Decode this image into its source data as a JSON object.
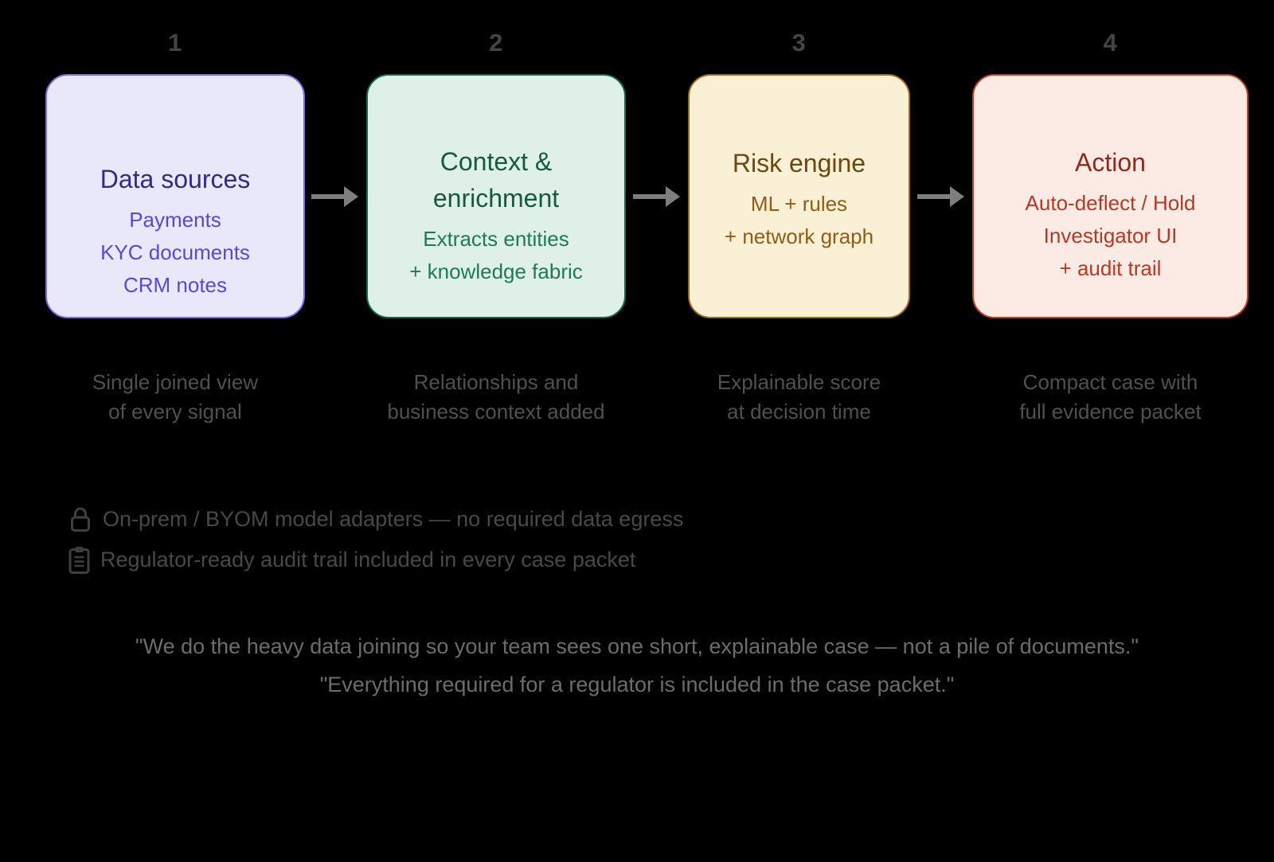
{
  "background": "#000000",
  "arrow_color": "#7e7e7e",
  "text_colors": {
    "number": "#45453f",
    "caption": "#505050",
    "feature": "#484848",
    "icon": "#3f3f3f",
    "quote": "#6c6c6c"
  },
  "steps": [
    {
      "number": "1",
      "title_lines": [
        "Data sources"
      ],
      "body_lines": [
        "Payments",
        "KYC documents",
        "CRM notes"
      ],
      "caption_lines": [
        "Single joined view",
        "of every signal"
      ],
      "colors": {
        "fill": "#e9e7fa",
        "border": "#7b6ce4",
        "title": "#322b85",
        "body": "#5a49cf"
      }
    },
    {
      "number": "2",
      "title_lines": [
        "Context &",
        "enrichment"
      ],
      "body_lines": [
        "Extracts entities",
        "+ knowledge fabric"
      ],
      "caption_lines": [
        "Relationships and",
        "business context added"
      ],
      "colors": {
        "fill": "#dff0e9",
        "border": "#0f6b4a",
        "title": "#155a3e",
        "body": "#1e7a52"
      }
    },
    {
      "number": "3",
      "title_lines": [
        "Risk engine"
      ],
      "body_lines": [
        "ML + rules",
        "+ network graph"
      ],
      "caption_lines": [
        "Explainable score",
        "at decision time"
      ],
      "colors": {
        "fill": "#faf0d6",
        "border": "#9a6d1c",
        "title": "#6d480d",
        "body": "#8f5d13"
      }
    },
    {
      "number": "4",
      "title_lines": [
        "Action"
      ],
      "body_lines": [
        "Auto-deflect / Hold",
        "Investigator UI",
        "+ audit trail"
      ],
      "caption_lines": [
        "Compact case with",
        "full evidence packet"
      ],
      "colors": {
        "fill": "#fcebe5",
        "border": "#c2421f",
        "title": "#8f2b1d",
        "body": "#b43a25"
      }
    }
  ],
  "features": [
    {
      "icon": "lock-icon",
      "text": "On-prem / BYOM model adapters — no required data egress"
    },
    {
      "icon": "clipboard-icon",
      "text": "Regulator-ready audit trail included in every case packet"
    }
  ],
  "quotes": [
    "\"We do the heavy data joining so your team sees one short, explainable case — not a pile of documents.\"",
    "\"Everything required for a regulator is included in the case packet.\""
  ]
}
